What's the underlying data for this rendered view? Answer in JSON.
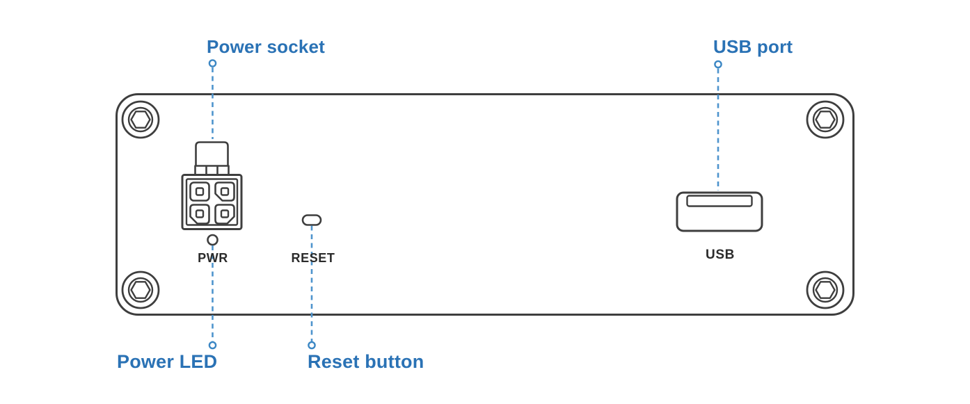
{
  "diagram_type": "device-rear-panel-callout-diagram",
  "colors": {
    "callout_label_blue": "#2a72b5",
    "callout_line_blue": "#4e94cd",
    "panel_outline_dark": "#3e3e3e",
    "panel_label_dark": "#2b2b2b",
    "background": "#ffffff"
  },
  "callouts": {
    "power_socket": "Power socket",
    "usb_port": "USB port",
    "power_led": "Power LED",
    "reset_button": "Reset button"
  },
  "panel_labels": {
    "pwr": "PWR",
    "reset": "RESET",
    "usb": "USB"
  }
}
